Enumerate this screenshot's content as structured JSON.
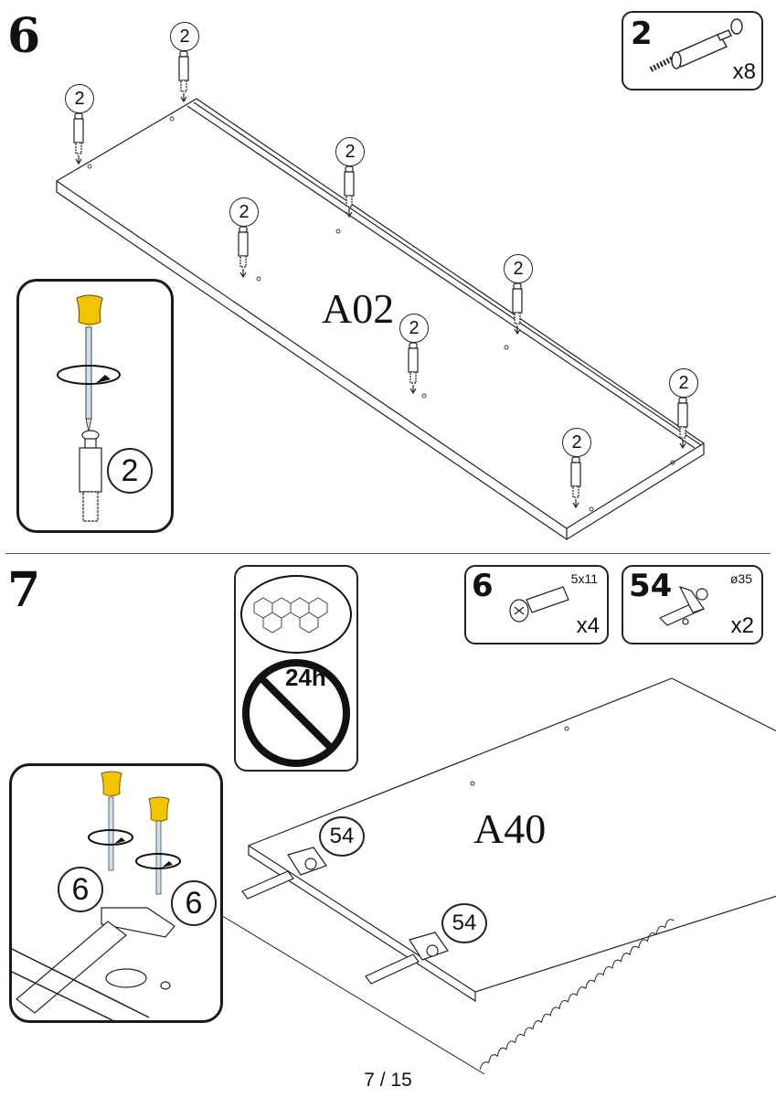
{
  "page": {
    "indicator": "7 / 15"
  },
  "steps": [
    {
      "number": "6",
      "panel_label": "A02",
      "parts": [
        {
          "id": "2",
          "quantity": "x8",
          "spec": "",
          "icon": "cam-dowel-icon"
        }
      ],
      "callouts": [
        "2",
        "2",
        "2",
        "2",
        "2",
        "2",
        "2",
        "2"
      ],
      "detail": {
        "callout": "2",
        "action": "screwdriver-rotate"
      }
    },
    {
      "number": "7",
      "panel_label": "A40",
      "parts": [
        {
          "id": "6",
          "quantity": "x4",
          "spec": "5x11",
          "icon": "screw-icon"
        },
        {
          "id": "54",
          "quantity": "x2",
          "spec": "ø35",
          "icon": "hinge-icon"
        }
      ],
      "callouts": [
        "54",
        "54"
      ],
      "detail": {
        "callouts": [
          "6",
          "6"
        ],
        "action": "screwdriver-rotate"
      },
      "warning": {
        "text": "24h",
        "meaning": "do-not-wipe-for-24h"
      }
    }
  ]
}
